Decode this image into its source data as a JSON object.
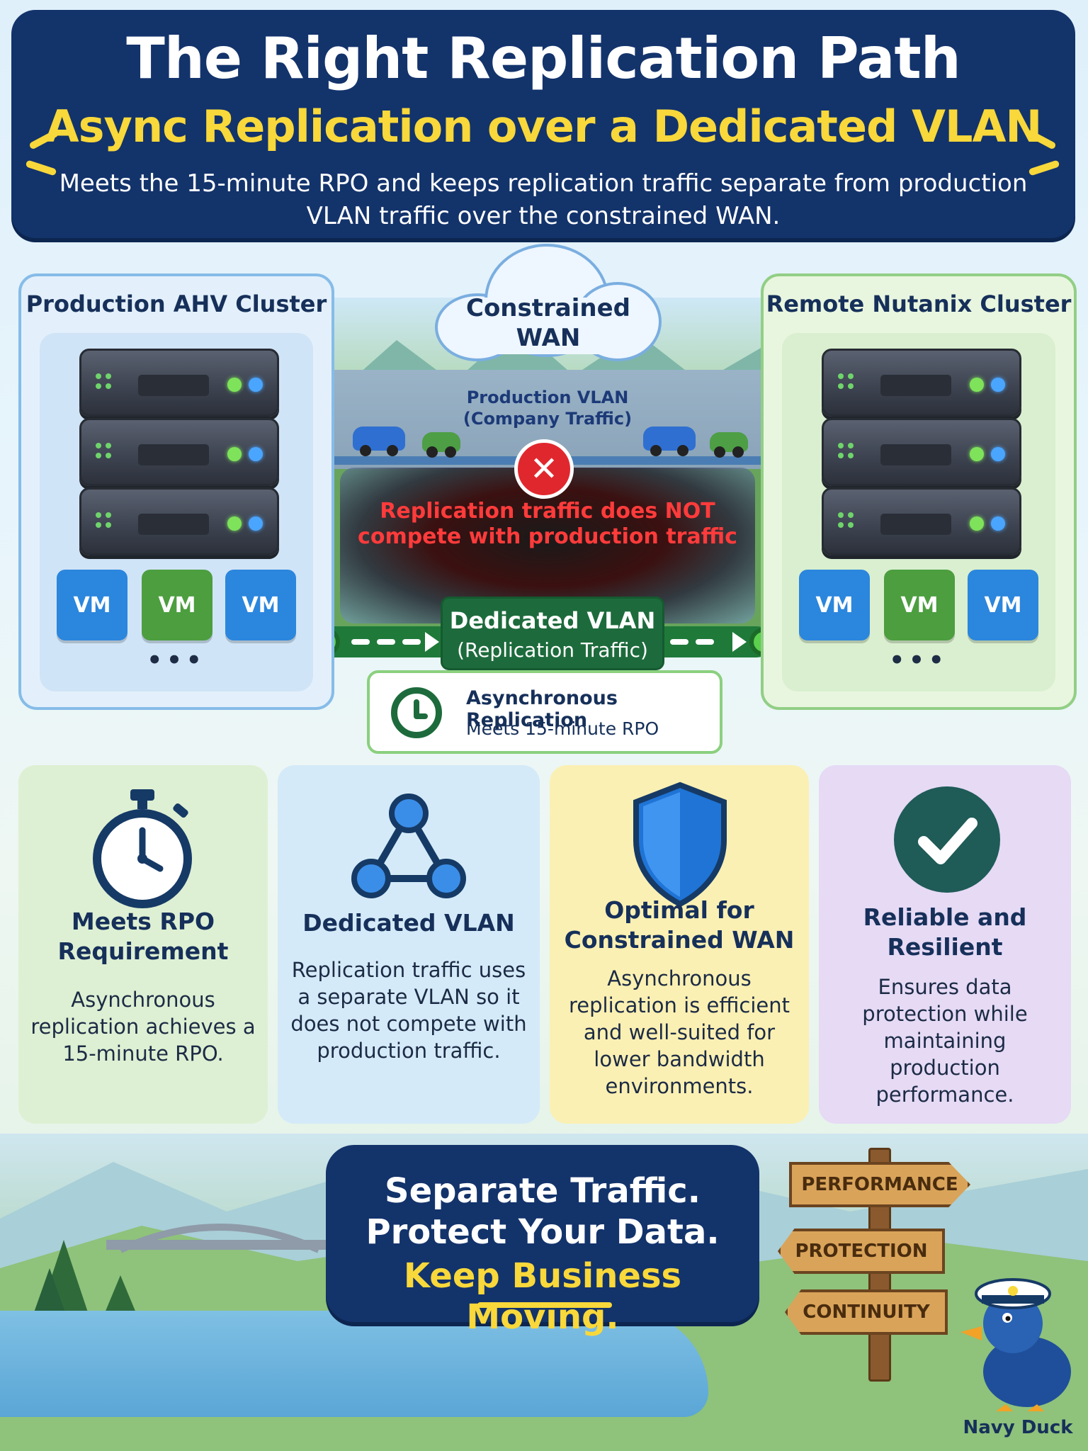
{
  "header": {
    "title": "The Right Replication Path",
    "subtitle": "Async Replication over a Dedicated VLAN",
    "description": "Meets the 15-minute RPO and keeps replication traffic separate from production VLAN traffic over the constrained WAN."
  },
  "diagram": {
    "source_cluster": {
      "title": "Production AHV Cluster",
      "vms": [
        "VM",
        "VM",
        "VM"
      ],
      "more": "•••"
    },
    "target_cluster": {
      "title": "Remote Nutanix Cluster",
      "vms": [
        "VM",
        "VM",
        "VM"
      ],
      "more": "•••"
    },
    "wan_label": "Constrained WAN",
    "production_vlan": {
      "line1": "Production VLAN",
      "line2": "(Company Traffic)"
    },
    "blocked_mark": "✕",
    "contention_note": "Replication traffic does NOT compete with production traffic",
    "dedicated_vlan": {
      "line1": "Dedicated VLAN",
      "line2": "(Replication Traffic)"
    },
    "async_callout": {
      "title": "Asynchronous Replication",
      "subtitle": "Meets 15-minute RPO"
    }
  },
  "cards": [
    {
      "icon": "stopwatch-icon",
      "title": "Meets RPO Requirement",
      "body": "Asynchronous replication achieves a 15-minute RPO."
    },
    {
      "icon": "network-icon",
      "title": "Dedicated VLAN",
      "body": "Replication traffic uses a separate VLAN so it does not compete with production traffic."
    },
    {
      "icon": "shield-icon",
      "title": "Optimal for Constrained WAN",
      "body": "Asynchronous replication is efficient and well-suited for lower bandwidth environments."
    },
    {
      "icon": "check-icon",
      "title": "Reliable and Resilient",
      "body": "Ensures data protection while maintaining production performance."
    }
  ],
  "footer": {
    "slogan_line1": "Separate Traffic.",
    "slogan_line2": "Protect Your Data.",
    "slogan_line3": "Keep Business Moving.",
    "signs": [
      "PERFORMANCE",
      "PROTECTION",
      "CONTINUITY"
    ],
    "mascot_label": "Navy Duck"
  },
  "colors": {
    "navy": "#13336b",
    "accent_yellow": "#f8d83a",
    "replication_green": "#1d6b3c",
    "alert_red": "#e1272e",
    "vm_blue": "#2b86dd",
    "vm_green": "#4c9e3f"
  }
}
